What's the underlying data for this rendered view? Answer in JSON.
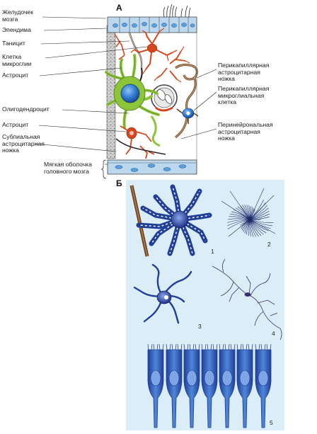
{
  "panel_a": {
    "letter": "А",
    "left_labels": [
      {
        "id": "ventricle",
        "lines": [
          "Желудочек",
          "мозга"
        ]
      },
      {
        "id": "ependyma",
        "lines": [
          "Эпендима"
        ]
      },
      {
        "id": "tanycyte",
        "lines": [
          "Таницит"
        ]
      },
      {
        "id": "microglia",
        "lines": [
          "Клетка",
          "микроглии"
        ]
      },
      {
        "id": "astrocyte-top",
        "lines": [
          "Астроцит"
        ]
      },
      {
        "id": "oligodendrocyte",
        "lines": [
          "Олигодендроцит"
        ]
      },
      {
        "id": "astrocyte-bottom",
        "lines": [
          "Астроцит"
        ]
      },
      {
        "id": "subpial-foot",
        "lines": [
          "Субпиальная",
          "астроцитарная",
          "ножка"
        ]
      },
      {
        "id": "pia-mater",
        "lines": [
          "Мягкая оболочка",
          "головного мозга"
        ]
      }
    ],
    "right_labels": [
      {
        "id": "pericapillary-foot",
        "lines": [
          "Перикапиллярная",
          "астроцитарная",
          "ножка"
        ]
      },
      {
        "id": "pericapillary-microglia",
        "lines": [
          "Перикапиллярная",
          "микроглиальная",
          "клетка"
        ]
      },
      {
        "id": "perineuronal-foot",
        "lines": [
          "Перинейрональная",
          "астроцитарная",
          "ножка"
        ]
      }
    ]
  },
  "panel_b": {
    "letter": "Б",
    "numbers": [
      "1",
      "2",
      "3",
      "4",
      "5"
    ]
  },
  "colors": {
    "panel_b_bg": "#dbeef8",
    "astrocyte_green": "#8cc43a",
    "nucleus_blue": "#2f7ad0",
    "microglia_red": "#d5461c",
    "ependyma_blue": "#a9cde8",
    "cell_dark_blue": "#1f3f9a"
  }
}
